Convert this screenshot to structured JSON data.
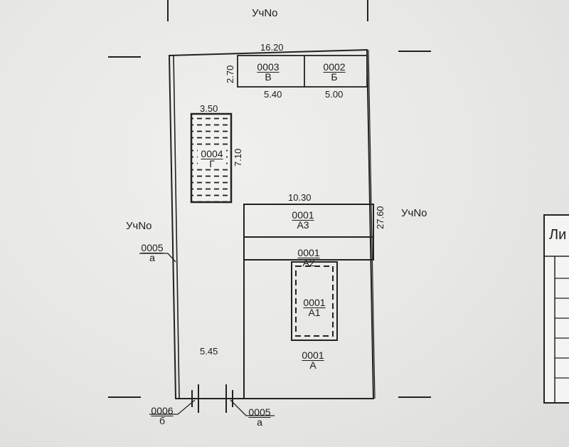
{
  "neighbors": {
    "top": "УчNo",
    "right": "УчNo",
    "left": "УчNo"
  },
  "dimensions": {
    "top_width": "16.20",
    "shed_height": "2.70",
    "shed_v_width": "5.40",
    "shed_b_width": "5.00",
    "g_width": "3.50",
    "g_height": "7.10",
    "house_width": "10.30",
    "right_length": "27.60",
    "yard_width": "5.45"
  },
  "buildings": {
    "b3": {
      "code": "0003",
      "letter": "В"
    },
    "b2": {
      "code": "0002",
      "letter": "Б"
    },
    "b4": {
      "code": "0004",
      "letter": "Г"
    },
    "a3": {
      "code": "0001",
      "letter": "А3"
    },
    "a2": {
      "code": "0001",
      "letter": "А2"
    },
    "a1": {
      "code": "0001",
      "letter": "А1"
    },
    "a": {
      "code": "0001",
      "letter": "А"
    }
  },
  "fences": {
    "left": {
      "code": "0005",
      "letter": "а"
    },
    "gate_left": {
      "code": "0006",
      "letter": "б"
    },
    "gate_right": {
      "code": "0005",
      "letter": "а"
    }
  },
  "legend": {
    "title": "Ли"
  }
}
